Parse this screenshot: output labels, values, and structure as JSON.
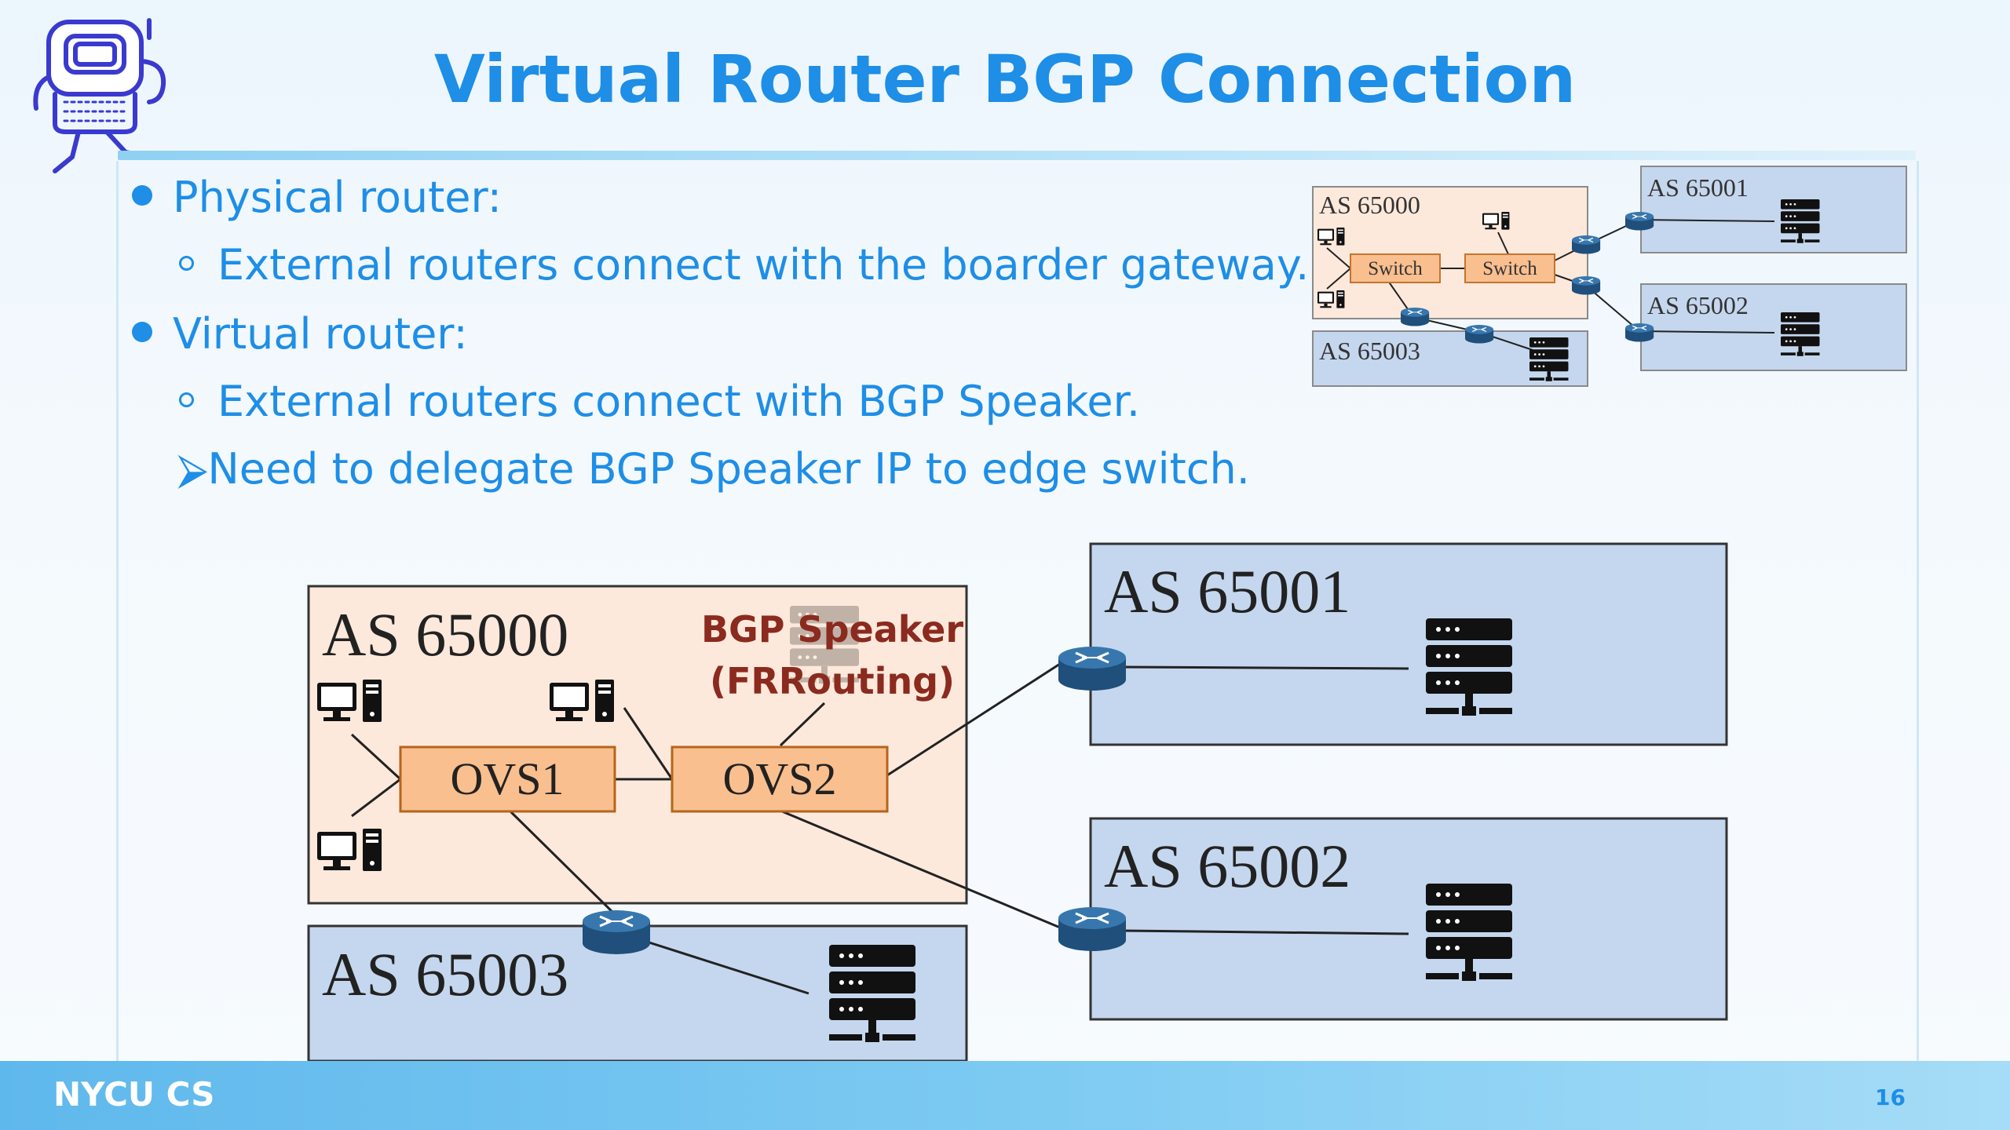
{
  "slide": {
    "title": "Virtual Router BGP Connection",
    "footer": "NYCU CS",
    "page_number": "16"
  },
  "bullets": [
    {
      "level": 1,
      "text": "Physical router:"
    },
    {
      "level": 2,
      "text": "External routers connect with the boarder gateway."
    },
    {
      "level": 1,
      "text": "Virtual router:"
    },
    {
      "level": 2,
      "text": "External routers connect with BGP Speaker."
    },
    {
      "level": 3,
      "text": "⮚Need to delegate BGP Speaker IP to edge switch."
    }
  ],
  "small_diagram": {
    "as_main": "AS 65000",
    "as_1": "AS 65001",
    "as_2": "AS 65002",
    "as_3": "AS 65003",
    "switch_1": "Switch",
    "switch_2": "Switch"
  },
  "large_diagram": {
    "as_main": "AS 65000",
    "as_1": "AS 65001",
    "as_2": "AS 65002",
    "as_3": "AS 65003",
    "ovs_1": "OVS1",
    "ovs_2": "OVS2",
    "speaker_line1": "BGP Speaker",
    "speaker_line2": "(FRRouting)"
  },
  "colors": {
    "accent_blue": "#1e8ee6",
    "as_main_fill": "#fde9dc",
    "as_remote_fill": "#c5d7ee",
    "switch_fill": "#f9bf8f",
    "speaker_text": "#8b2a1e",
    "router_blue": "#2a5e8c"
  }
}
